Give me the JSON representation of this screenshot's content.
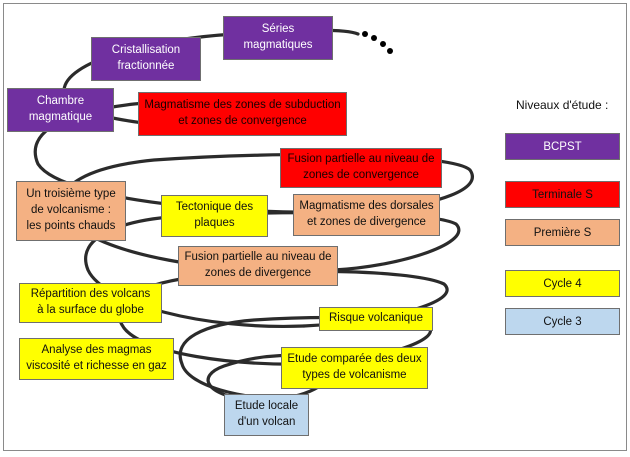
{
  "colors": {
    "bcpst": "#7030a0",
    "terminale": "#ff0000",
    "premiere": "#f4b183",
    "cycle4": "#ffff00",
    "cycle3": "#bdd7ee"
  },
  "boxes": {
    "series": "Séries\nmagmatiques",
    "cristallisation": "Cristallisation\nfractionnée",
    "chambre": "Chambre\nmagmatique",
    "magmatisme_subduction": "Magmatisme des zones de subduction\net zones de convergence",
    "fusion_convergence": "Fusion partielle au niveau de\nzones de convergence",
    "troisieme_type": "Un troisième type\nde volcanisme :\nles points chauds",
    "tectonique": "Tectonique des\nplaques",
    "magmatisme_dorsales": "Magmatisme des dorsales\net zones de divergence",
    "fusion_divergence": "Fusion partielle au niveau de\nzones de divergence",
    "repartition": "Répartition des volcans\nà la surface du globe",
    "risque": "Risque volcanique",
    "analyse": "Analyse des magmas\nviscosité et richesse en gaz",
    "etude_comparee": "Etude comparée des deux\ntypes de volcanisme",
    "etude_locale": "Etude locale\nd'un volcan"
  },
  "legend": {
    "title": "Niveaux d'étude :",
    "items": [
      "BCPST",
      "Terminale S",
      "Première S",
      "Cycle 4",
      "Cycle 3"
    ]
  }
}
